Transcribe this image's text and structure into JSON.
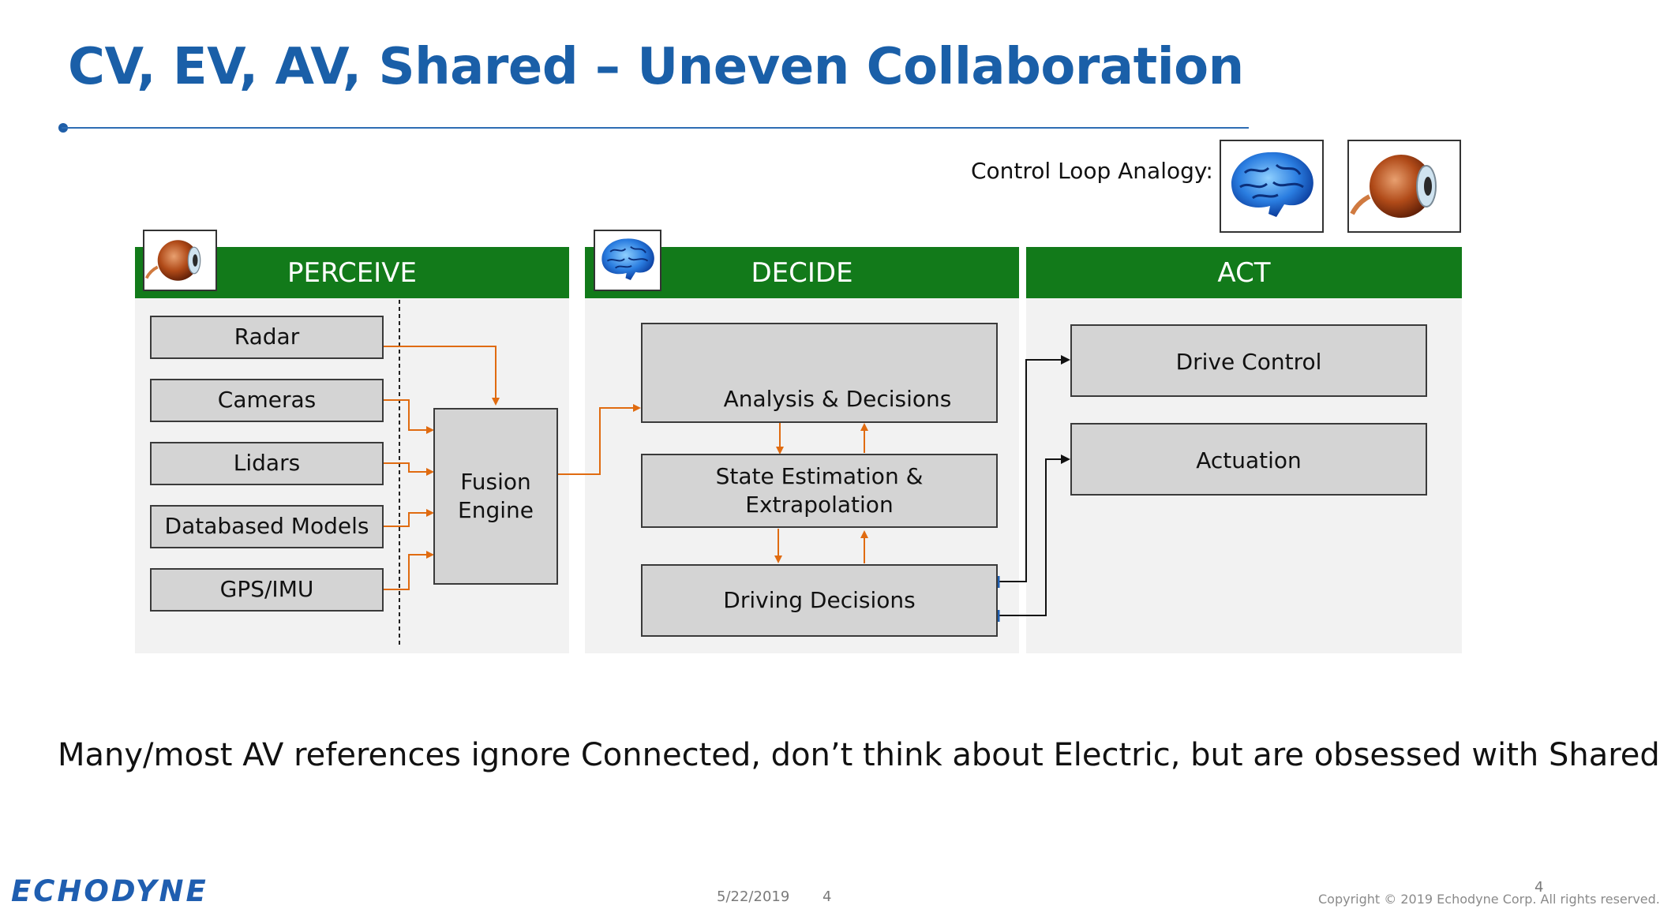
{
  "slide": {
    "title": "CV, EV, AV, Shared – Uneven Collaboration",
    "analogy_label": "Control Loop Analogy:",
    "bottom_text": "Many/most AV references ignore Connected, don’t think about Electric, but are obsessed with Shared"
  },
  "panels": {
    "perceive": {
      "header": "PERCEIVE",
      "inputs": [
        "Radar",
        "Cameras",
        "Lidars",
        "Databased Models",
        "GPS/IMU"
      ],
      "fusion": "Fusion\nEngine"
    },
    "decide": {
      "header": "DECIDE",
      "analysis": "Analysis & Decisions",
      "state": "State Estimation &\nExtrapolation",
      "driving": "Driving Decisions"
    },
    "act": {
      "header": "ACT",
      "drive_control": "Drive Control",
      "actuation": "Actuation"
    }
  },
  "icons": {
    "eye": "eye-icon",
    "brain": "brain-icon"
  },
  "colors": {
    "title": "#1a5fa8",
    "header_green": "#127a1a",
    "arrow_orange": "#e06b10",
    "box_fill": "#d4d4d4"
  },
  "footer": {
    "logo": "ECHODYNE",
    "date": "5/22/2019",
    "page": "4",
    "page_top": "4",
    "copyright": "Copyright © 2019 Echodyne Corp. All rights reserved."
  }
}
